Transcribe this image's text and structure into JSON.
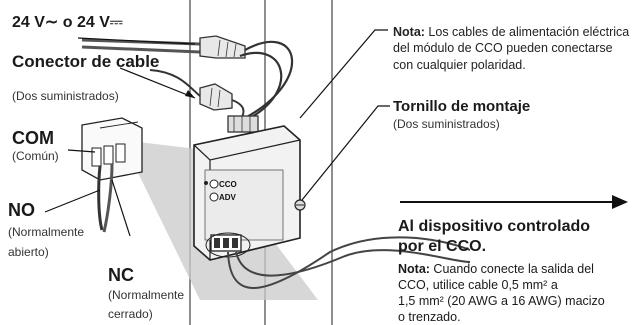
{
  "voltage": "24 V∼ o 24 V⎓",
  "wire_connector": {
    "title": "Conector de cable",
    "sub": "(Dos suministrados)"
  },
  "com": {
    "title": "COM",
    "sub": "(Común)"
  },
  "no": {
    "title": "NO",
    "sub_1": "(Normalmente",
    "sub_2": "abierto)"
  },
  "nc": {
    "title": "NC",
    "sub_1": "(Normalmente",
    "sub_2": "cerrado)"
  },
  "note_power": {
    "lead": "Nota:",
    "text": " Los cables de alimentación eléctrica del módulo de CCO pueden conectarse con cualquier polaridad."
  },
  "mounting_screw": {
    "title": "Tornillo de montaje",
    "sub": "(Dos suministrados)"
  },
  "controlled": {
    "line_1": "Al dispositivo controlado",
    "line_2": "por el CCO."
  },
  "note_output": {
    "lead": "Nota:",
    "text_1": " Cuando conecte la salida del",
    "text_2": "CCO, utilice cable 0,5 mm² a",
    "text_3": "1,5 mm² (20 AWG a 16 AWG) macizo",
    "text_4": "o trenzado."
  },
  "device": {
    "cco_label": "CCO",
    "adv_label": "ADV"
  }
}
